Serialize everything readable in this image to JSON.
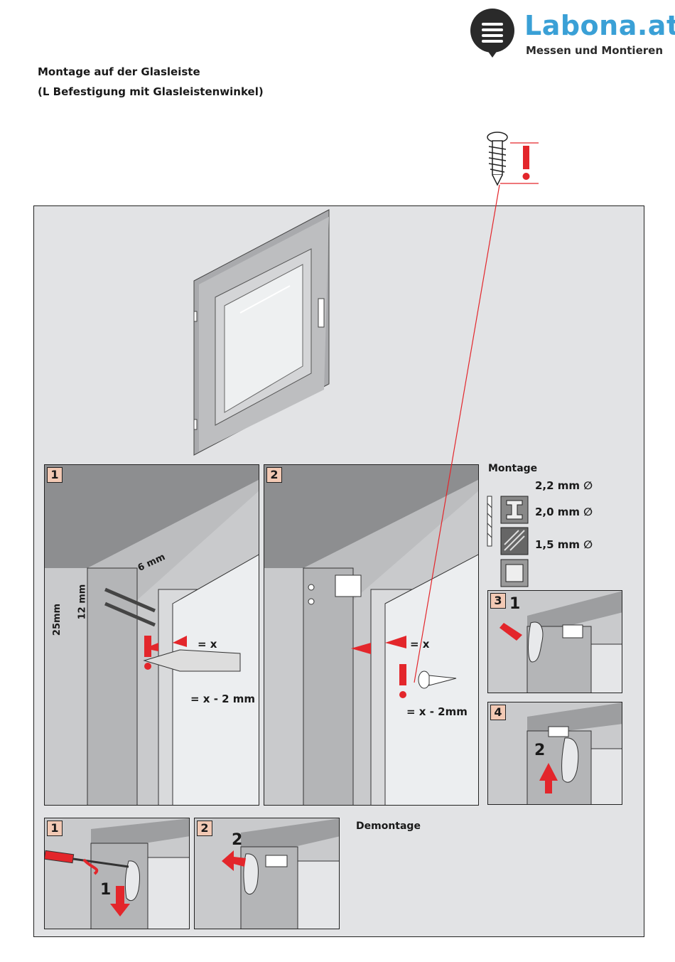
{
  "logo": {
    "name": "Labona.at",
    "tagline": "Messen und Montieren"
  },
  "title": {
    "line1": "Montage auf der Glasleiste",
    "line2": "(L Befestigung mit Glasleistenwinkel)"
  },
  "montage": {
    "heading": "Montage",
    "steps": [
      {
        "num": "1",
        "measures": [
          "6 mm",
          "25mm",
          "12 mm",
          "= x",
          "= x - 2 mm"
        ]
      },
      {
        "num": "2",
        "measures": [
          "= x",
          "= x - 2mm"
        ]
      },
      {
        "num": "3",
        "arrow_label": "1"
      },
      {
        "num": "4",
        "arrow_label": "2"
      }
    ],
    "drill_sizes": [
      {
        "material": "aluminium-icon",
        "size": "2,2 mm ∅"
      },
      {
        "material": "wood-icon",
        "size": "2,0 mm ∅"
      },
      {
        "material": "plastic-icon",
        "size": "1,5 mm ∅"
      }
    ]
  },
  "demontage": {
    "heading": "Demontage",
    "steps": [
      {
        "num": "1",
        "arrow_label": "1"
      },
      {
        "num": "2",
        "arrow_label": "2"
      }
    ]
  },
  "colors": {
    "accent": "#e3262b",
    "logo_blue": "#3aa0d6",
    "panel_gray": "#c9cacc",
    "badge": "#f2c9b4"
  }
}
